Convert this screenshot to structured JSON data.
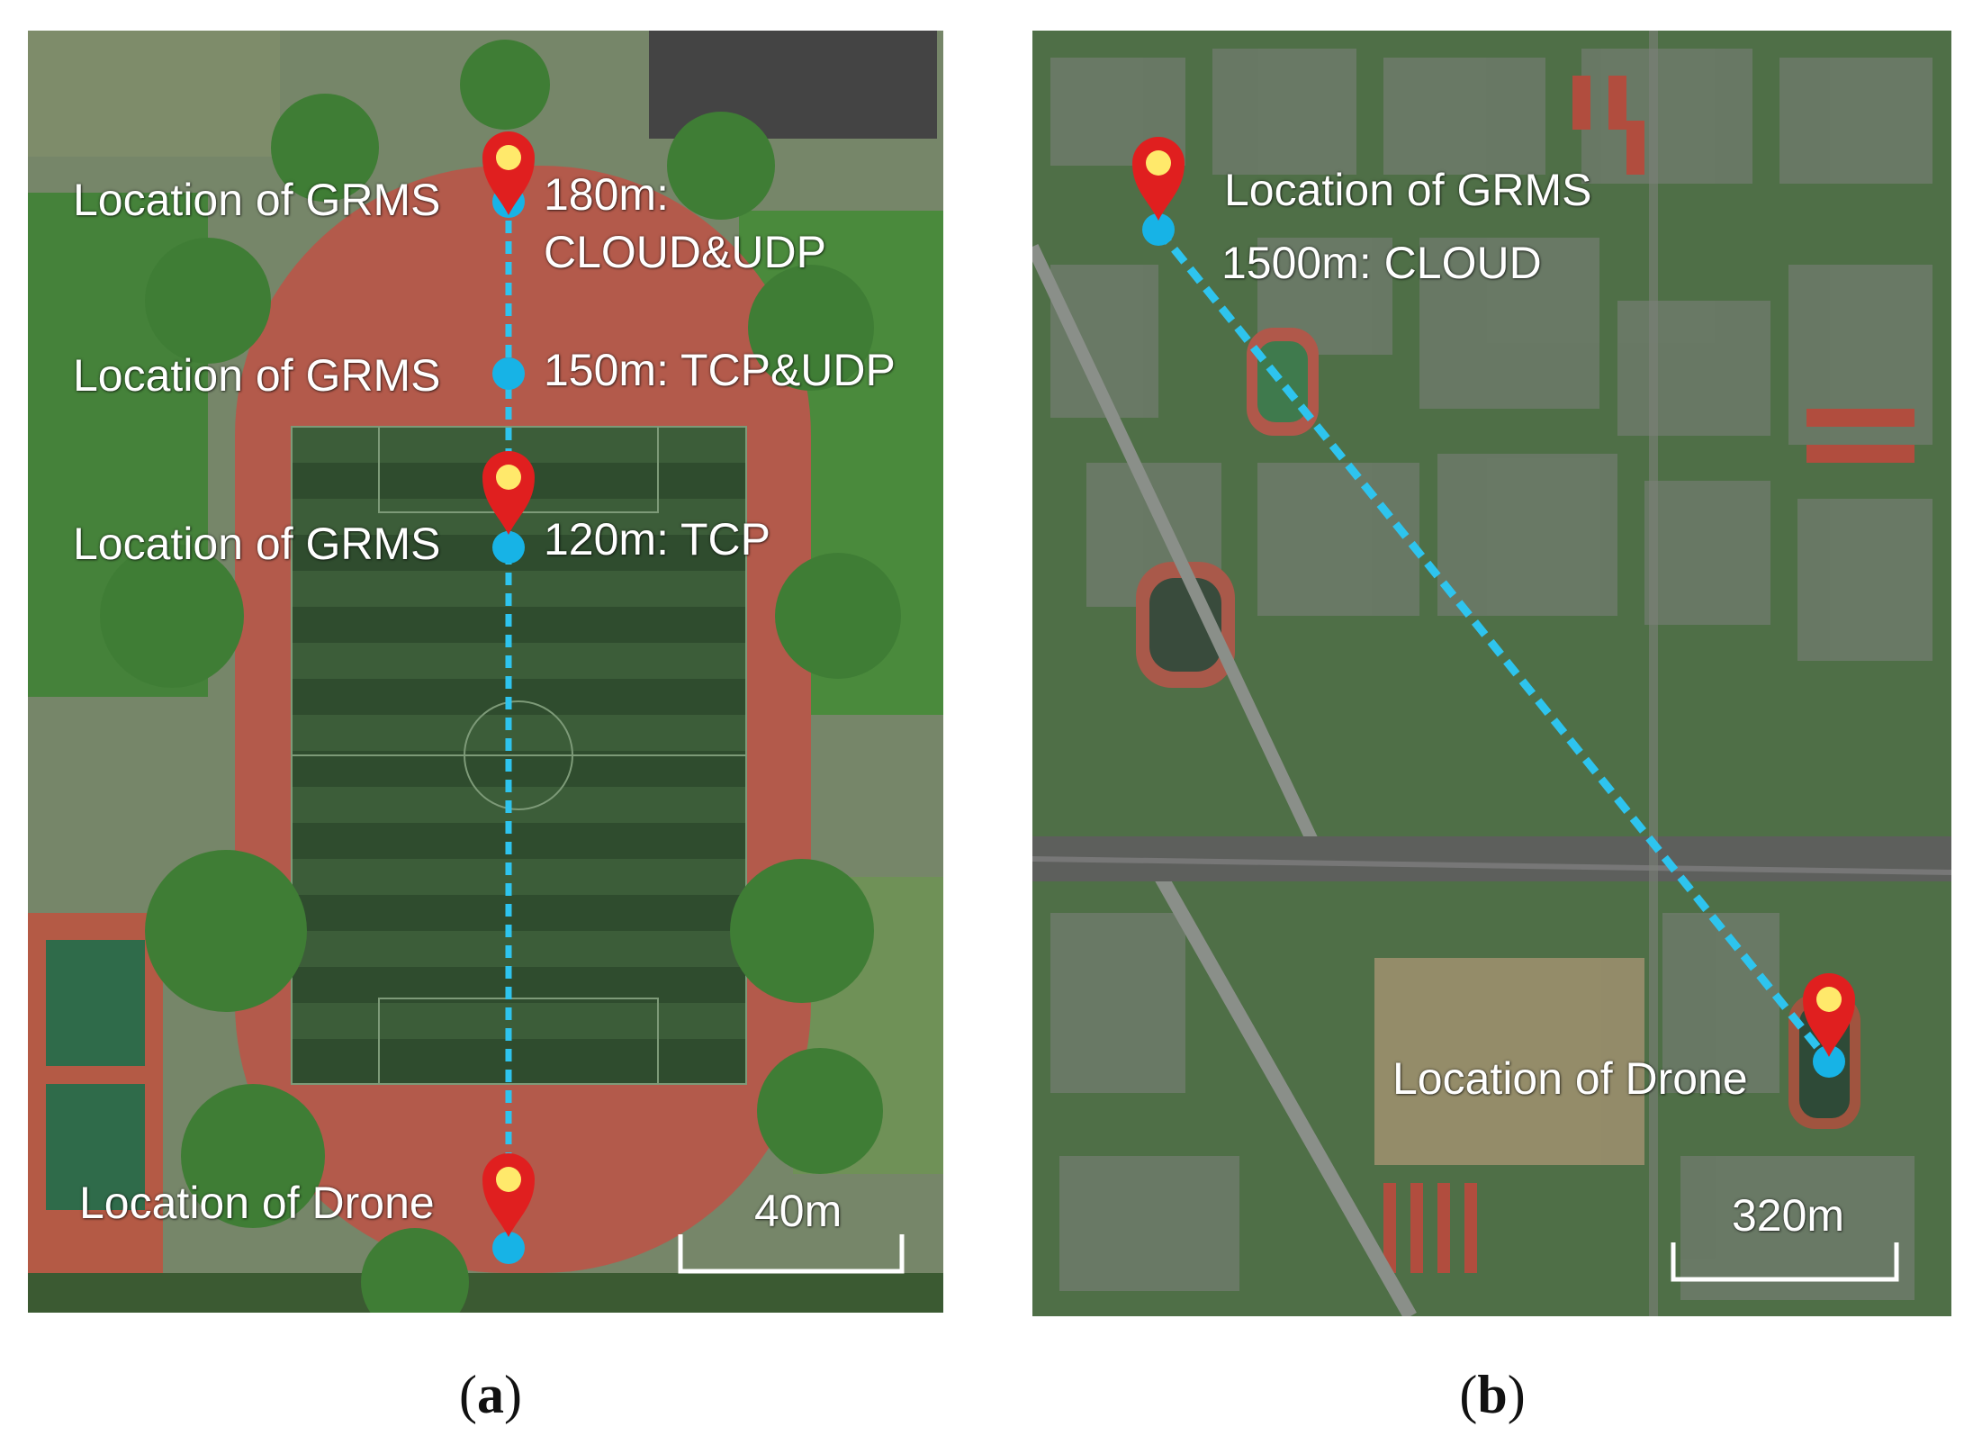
{
  "panel_a": {
    "labels": {
      "grms_180_location": "Location of GRMS",
      "grms_180_distance_line1": "180m:",
      "grms_180_distance_line2": "CLOUD&UDP",
      "grms_150_location": "Location of GRMS",
      "grms_150_distance": "150m: TCP&UDP",
      "grms_120_location": "Location of GRMS",
      "grms_120_distance": "120m: TCP",
      "drone_location": "Location of Drone"
    },
    "scale_bar": "40m"
  },
  "panel_b": {
    "labels": {
      "grms_location": "Location of GRMS",
      "grms_distance": "1500m: CLOUD",
      "drone_location": "Location of Drone"
    },
    "scale_bar": "320m"
  },
  "captions": {
    "a_open": "(",
    "a_letter": "a",
    "a_close": ")",
    "b_open": "(",
    "b_letter": "b",
    "b_close": ")"
  },
  "colors": {
    "link_line": "#2ec4ee",
    "marker_red": "#e01f1f",
    "marker_yellow": "#ffe96b",
    "track": "#b5574a",
    "grass_light": "#3d5e3a",
    "grass_dark": "#2a4529",
    "trees": "#3f7d35"
  }
}
